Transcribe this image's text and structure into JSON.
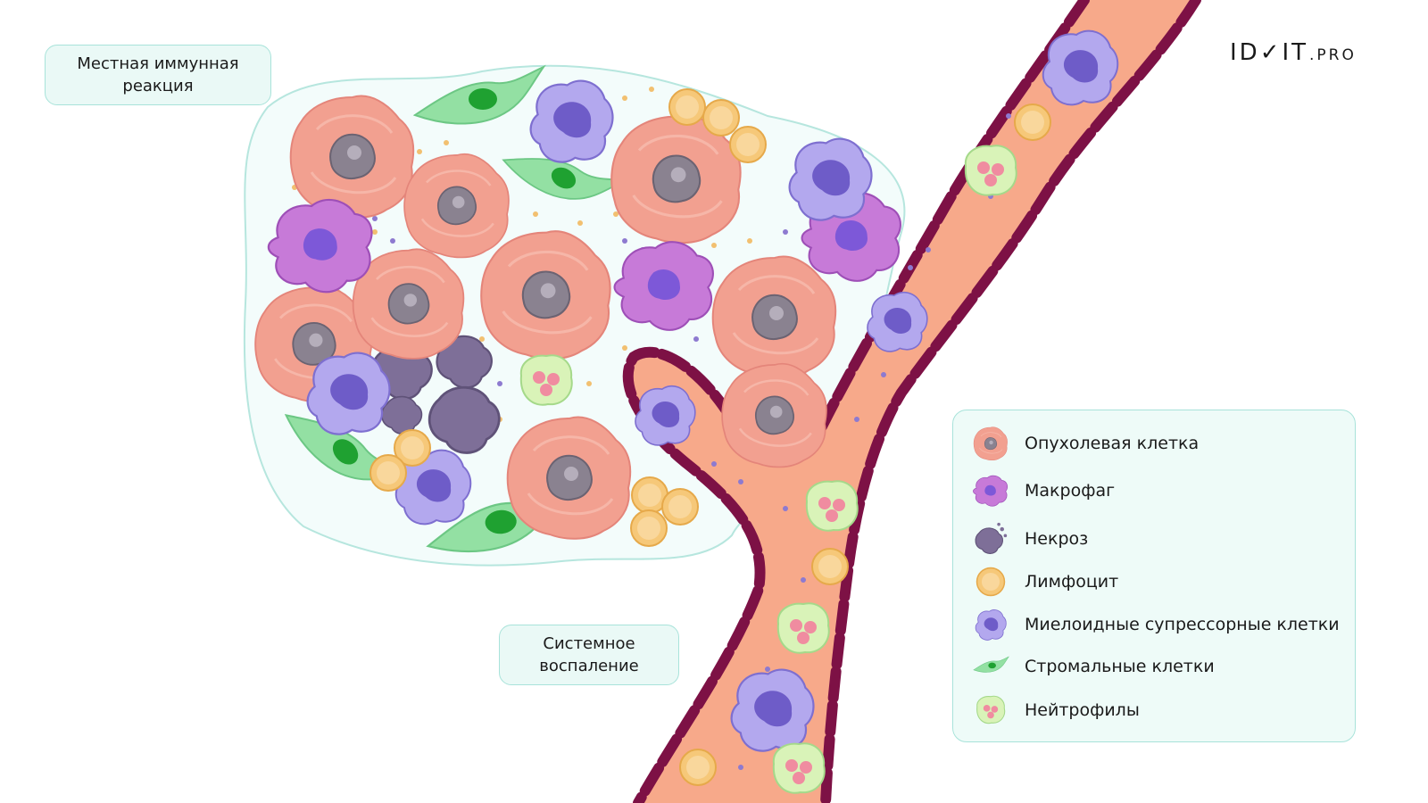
{
  "brand": {
    "logo_main": "ID✓IT",
    "logo_sub": ".PRO"
  },
  "labels": {
    "local_reaction": "Местная иммунная реакция",
    "systemic_inflammation": "Системное воспаление"
  },
  "legend": [
    {
      "label": "Опухолевая клетка",
      "icon": "tumor-cell-icon"
    },
    {
      "label": "Макрофаг",
      "icon": "macrophage-icon"
    },
    {
      "label": "Некроз",
      "icon": "necrosis-icon"
    },
    {
      "label": "Лимфоцит",
      "icon": "lymphocyte-icon"
    },
    {
      "label": "Миелоидные супрессорные клетки",
      "icon": "mdsc-icon"
    },
    {
      "label": "Стромальные клетки",
      "icon": "stromal-cell-icon"
    },
    {
      "label": "Нейтрофилы",
      "icon": "neutrophil-icon"
    }
  ],
  "colors": {
    "tumor": "#f2a090",
    "tumor_nucleus": "#8a8290",
    "macrophage": "#c77ad8",
    "necrosis": "#7e6f98",
    "lymphocyte": "#f6c879",
    "mdsc": "#9d8fe0",
    "stromal": "#93e0a3",
    "stromal_nucleus": "#1fa131",
    "neutrophil": "#d9f3b8",
    "vessel_wall": "#7d1145",
    "vessel_lumen": "#f7a98a",
    "tissue_fill": "#f3fcfb"
  }
}
